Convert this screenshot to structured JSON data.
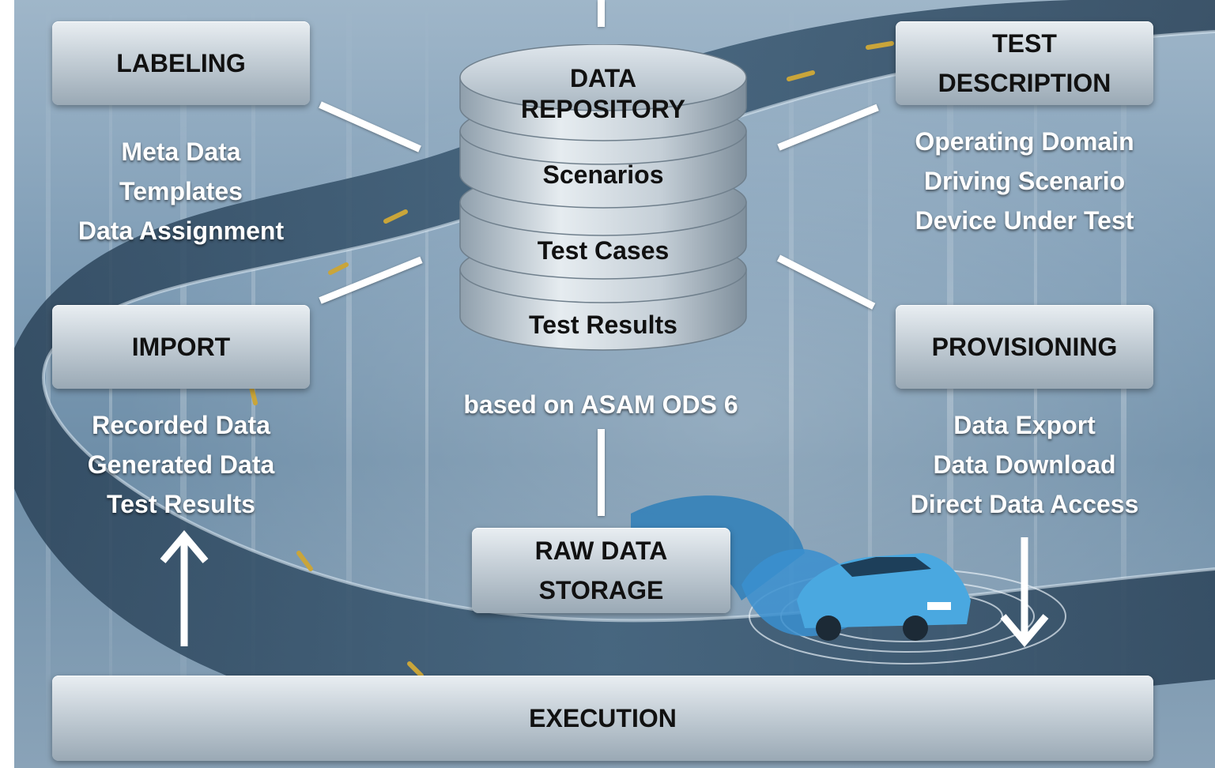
{
  "labeling": {
    "title": "LABELING",
    "items": [
      "Meta Data",
      "Templates",
      "Data Assignment"
    ]
  },
  "import": {
    "title": "IMPORT",
    "items": [
      "Recorded Data",
      "Generated Data",
      "Test Results"
    ]
  },
  "repository": {
    "title_line1": "DATA",
    "title_line2": "REPOSITORY",
    "layers": [
      "Scenarios",
      "Test Cases",
      "Test Results"
    ],
    "note": "based on ASAM ODS 6"
  },
  "test_description": {
    "title_line1": "TEST",
    "title_line2": "DESCRIPTION",
    "items": [
      "Operating Domain",
      "Driving Scenario",
      "Device Under Test"
    ]
  },
  "provisioning": {
    "title": "PROVISIONING",
    "items": [
      "Data Export",
      "Data Download",
      "Direct Data Access"
    ]
  },
  "raw_storage": {
    "title_line1": "RAW DATA",
    "title_line2": "STORAGE"
  },
  "execution": {
    "title": "EXECUTION"
  },
  "colors": {
    "box_light": "#e9eef2",
    "box_dark": "#9aa9b5",
    "connector": "#ffffff",
    "car": "#4aa8e0",
    "road": "#2f4b63"
  }
}
